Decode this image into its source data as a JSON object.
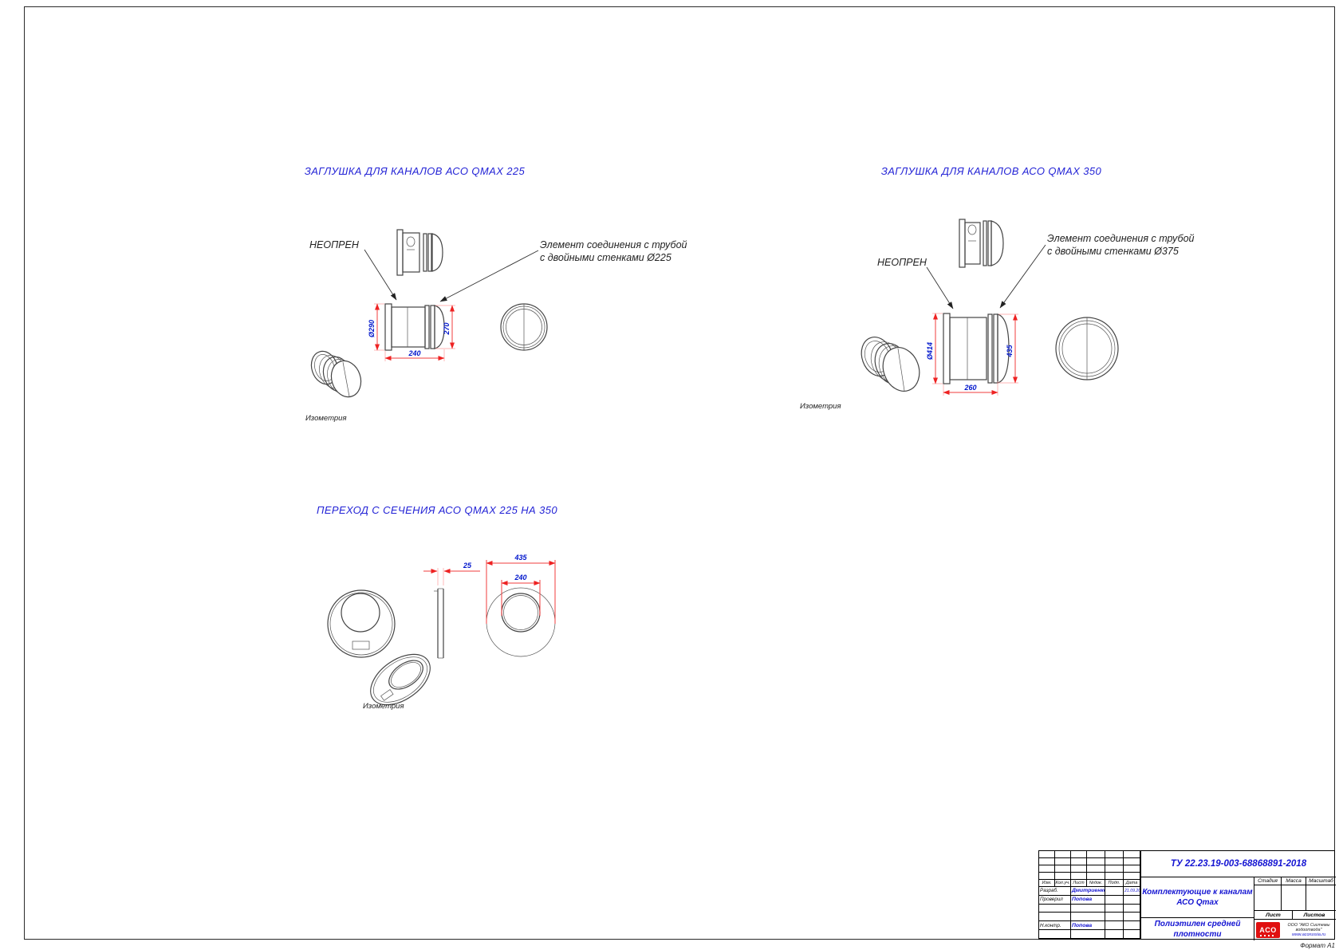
{
  "page": {
    "format_label": "Формат А1"
  },
  "colors": {
    "dimension_line_red": "#f23c3c",
    "dimension_text_blue": "#0016cc",
    "title_blue": "#2323d6",
    "logo_red": "#e01010",
    "drawing_line": "#444444"
  },
  "drawings": {
    "plug225": {
      "title": "ЗАГЛУШКА ДЛЯ КАНАЛОВ АСО QMAX 225",
      "label_neoprene": "НЕОПРЕН",
      "label_connection_1": "Элемент соединения с трубой",
      "label_connection_2": "с двойными стенками Ø225",
      "dim_diameter": "Ø290",
      "dim_height": "270",
      "dim_width": "240",
      "isometry_label": "Изометрия"
    },
    "plug350": {
      "title": "ЗАГЛУШКА ДЛЯ КАНАЛОВ АСО QMAX 350",
      "label_neoprene": "НЕОПРЕН",
      "label_connection_1": "Элемент соединения с трубой",
      "label_connection_2": "с двойными стенками Ø375",
      "dim_diameter": "Ø414",
      "dim_height": "435",
      "dim_width": "260",
      "isometry_label": "Изометрия"
    },
    "transition": {
      "title": "ПЕРЕХОД С СЕЧЕНИЯ АСО QMAX 225 НА 350",
      "dim_thickness": "25",
      "dim_outer": "435",
      "dim_inner": "240",
      "isometry_label": "Изометрия"
    }
  },
  "title_block": {
    "tu_number": "ТУ 22.23.19-003-68868891-2018",
    "doc_title_1": "Комплектующие к каналам",
    "doc_title_2": "АСО Qmax",
    "material_1": "Полиэтилен средней",
    "material_2": "плотности",
    "columns": [
      "Изм.",
      "Кол.уч.",
      "Лист",
      "№док.",
      "Подп.",
      "Дата"
    ],
    "rows": [
      {
        "role": "Разраб.",
        "name": "Дмитриенко",
        "date": "21.09.20"
      },
      {
        "role": "Проверил",
        "name": "Попова",
        "date": ""
      },
      {
        "role": "",
        "name": "",
        "date": ""
      },
      {
        "role": "",
        "name": "",
        "date": ""
      },
      {
        "role": "Н.контр.",
        "name": "Попова",
        "date": ""
      },
      {
        "role": "",
        "name": "",
        "date": ""
      }
    ],
    "stage_label": "Стадия",
    "mass_label": "Масса",
    "scale_label": "Масштаб",
    "sheet_label": "Лист",
    "sheets_label": "Листов",
    "logo_text": "ACO",
    "company_name_1": "ООО \"АКО Системы",
    "company_name_2": "водоотвода\"",
    "company_site": "www.acorussia.ru"
  }
}
